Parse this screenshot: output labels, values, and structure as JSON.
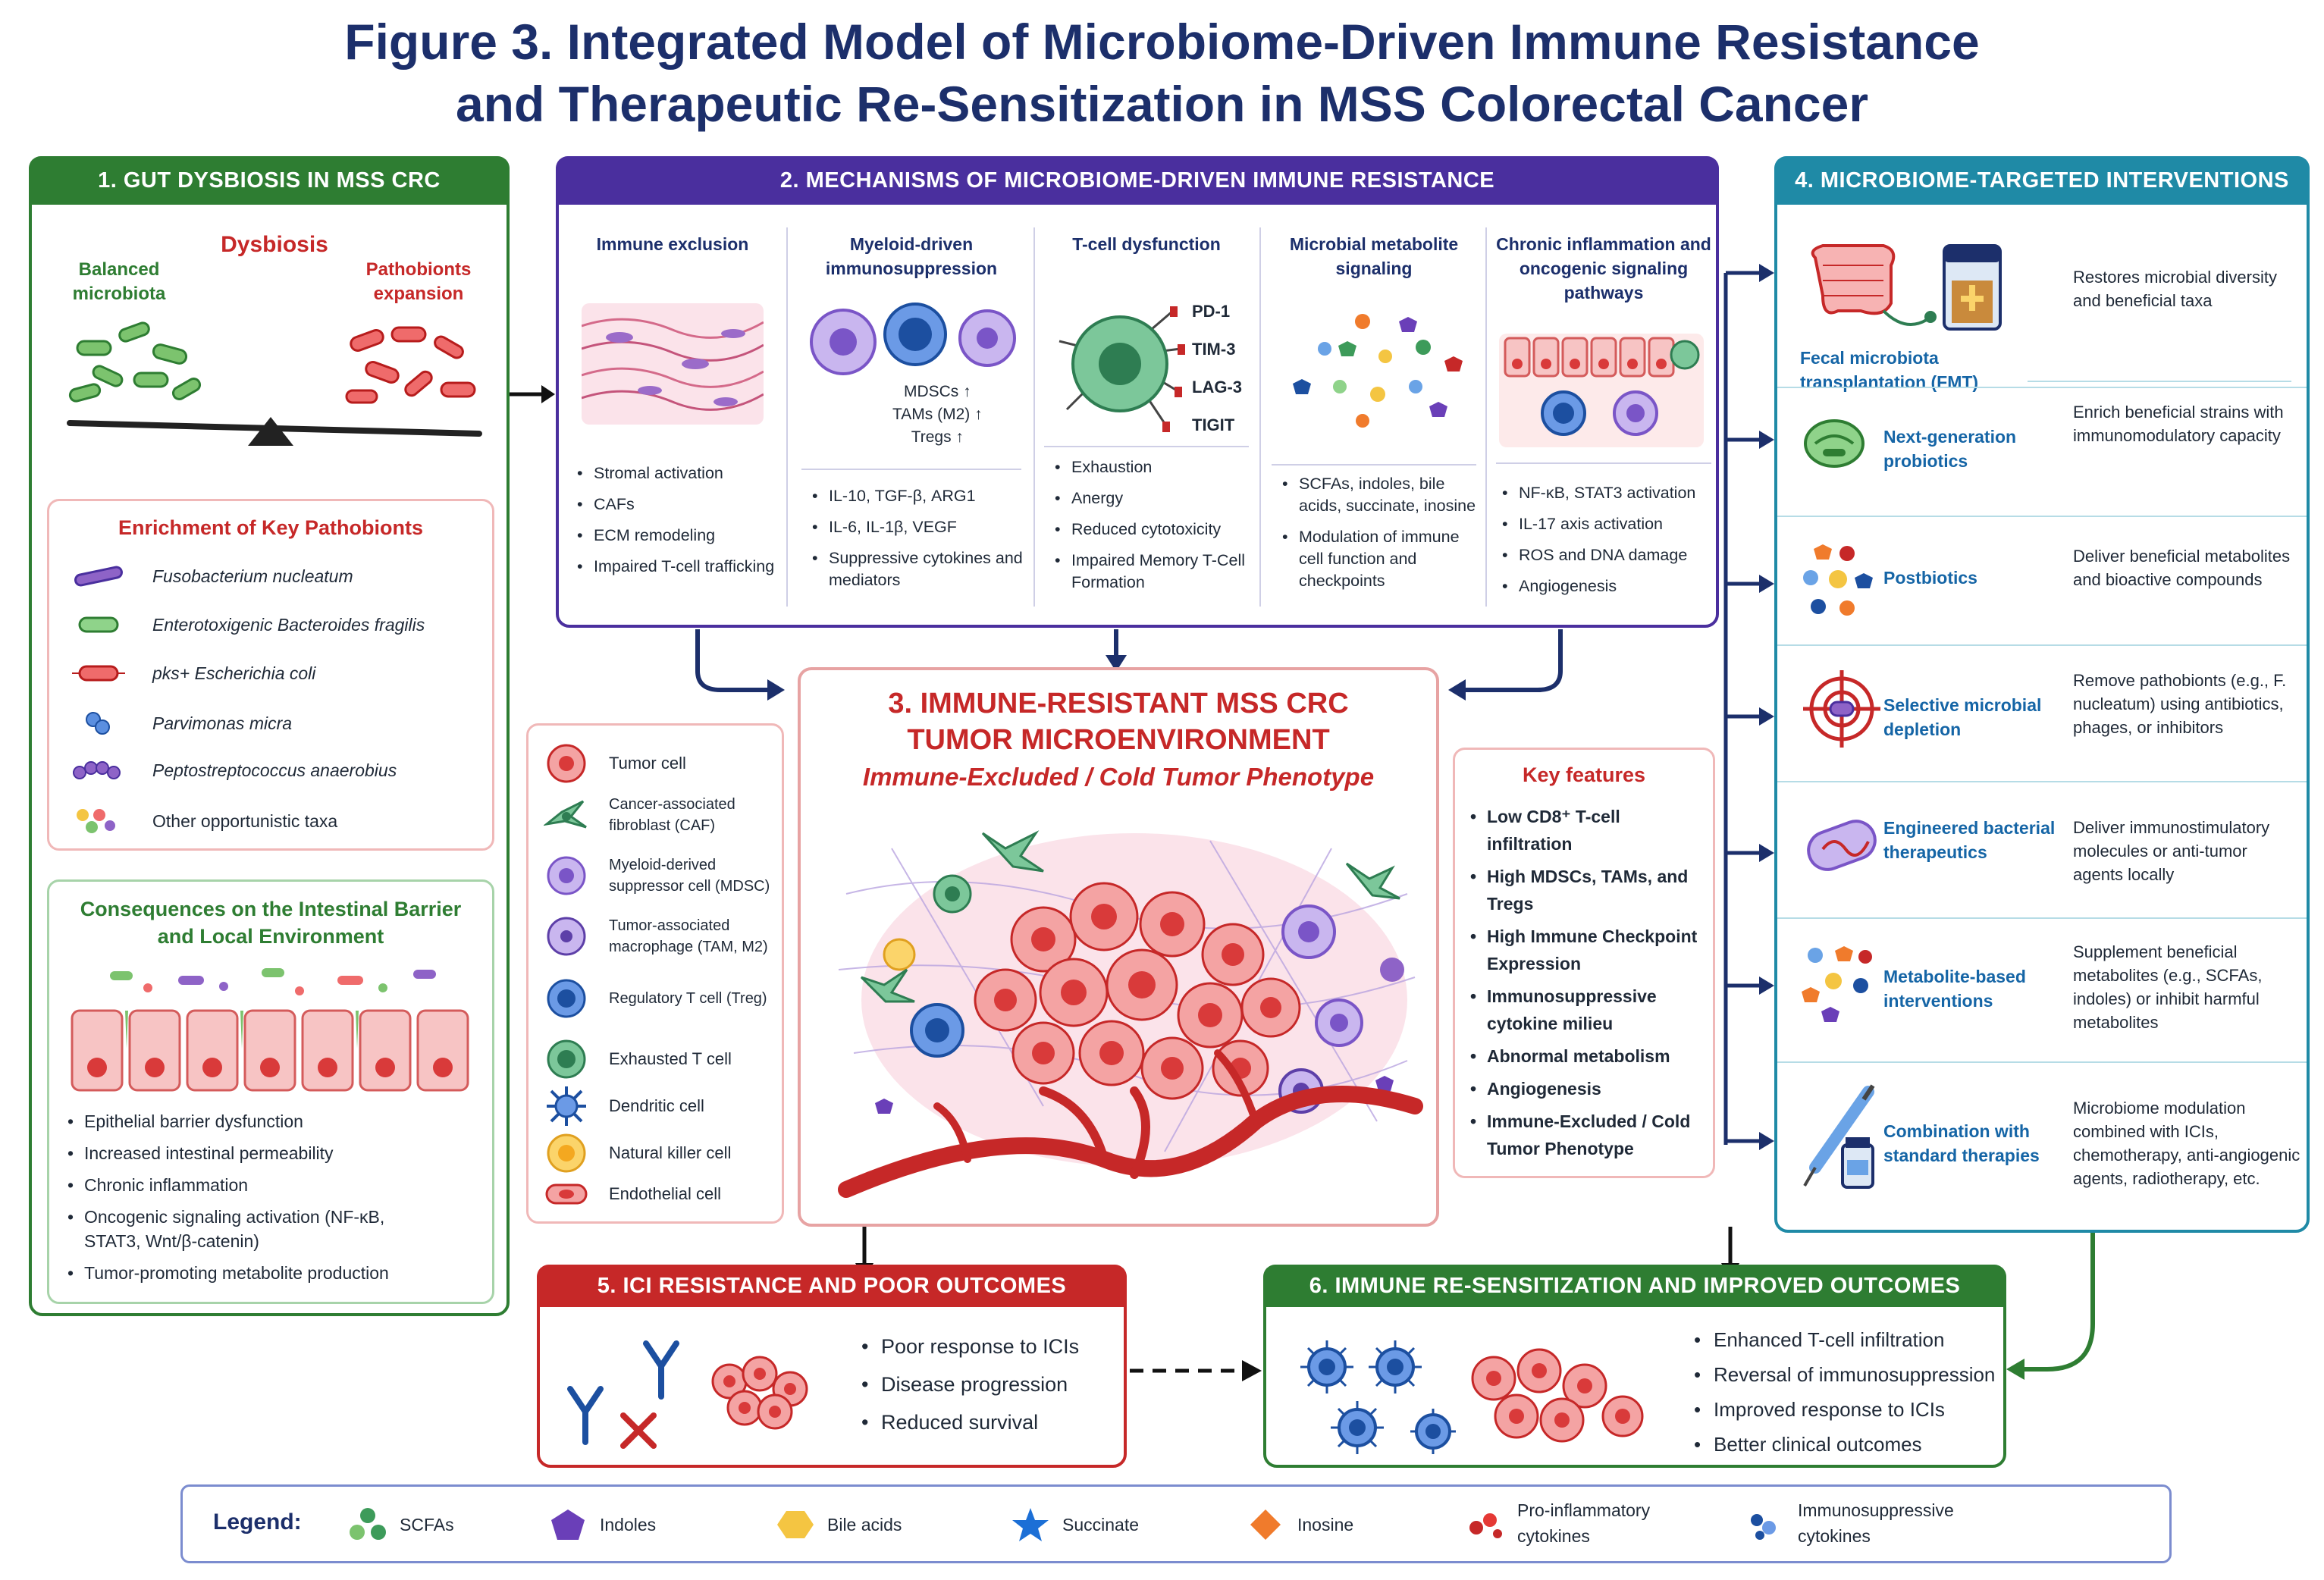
{
  "title": {
    "line1": "Figure 3. Integrated Model of Microbiome-Driven Immune Resistance",
    "line2": "and Therapeutic Re-Sensitization in MSS Colorectal Cancer"
  },
  "panel1": {
    "header": "1. GUT DYSBIOSIS IN MSS CRC",
    "dysbiosis": "Dysbiosis",
    "balanced": "Balanced microbiota",
    "pathobionts": "Pathobionts expansion",
    "enrichment_title": "Enrichment of Key Pathobionts",
    "microbes": [
      "Fusobacterium nucleatum",
      "Enterotoxigenic Bacteroides fragilis",
      "pks+ Escherichia coli",
      "Parvimonas micra",
      "Peptostreptococcus anaerobius",
      "Other opportunistic taxa"
    ],
    "consequences_title": "Consequences on the Intestinal Barrier and Local Environment",
    "consequences": [
      "Epithelial barrier dysfunction",
      "Increased intestinal permeability",
      "Chronic inflammation",
      "Oncogenic signaling activation (NF-κB, STAT3, Wnt/β-catenin)",
      "Tumor-promoting metabolite production"
    ]
  },
  "panel2": {
    "header": "2. MECHANISMS OF MICROBIOME-DRIVEN IMMUNE RESISTANCE",
    "columns": [
      {
        "title": "Immune exclusion",
        "items": [
          "Stromal activation",
          "CAFs",
          "ECM remodeling",
          "Impaired T-cell trafficking"
        ]
      },
      {
        "title": "Myeloid-driven immunosuppression",
        "items": [
          "IL-10, TGF-β, ARG1",
          "IL-6, IL-1β, VEGF",
          "Suppressive cytokines and mediators"
        ]
      },
      {
        "title": "T-cell dysfunction",
        "items": [
          "Exhaustion",
          "Anergy",
          "Reduced cytotoxicity",
          "Impaired Memory T-Cell Formation"
        ]
      },
      {
        "title": "Microbial metabolite signaling",
        "items": [
          "SCFAs, indoles, bile acids, succinate, inosine",
          "Modulation of immune cell function and checkpoints"
        ]
      },
      {
        "title": "Chronic inflammation and oncogenic signaling pathways",
        "items": [
          "NF-κB, STAT3 activation",
          "IL-17 axis activation",
          "ROS and DNA damage",
          "Angiogenesis"
        ]
      }
    ],
    "myeloid_label": "MDSCs ↑\nTAMs (M2) ↑\nTregs ↑",
    "myeloid_lines": [
      "MDSCs ↑",
      "TAMs (M2) ↑",
      "Tregs ↑"
    ],
    "checkpoints": [
      "PD-1",
      "TIM-3",
      "LAG-3",
      "TIGIT"
    ]
  },
  "panel3": {
    "title_line1": "3. IMMUNE-RESISTANT MSS CRC",
    "title_line2": "TUMOR MICROENVIRONMENT",
    "subtitle": "Immune-Excluded / Cold Tumor Phenotype",
    "cell_legend": [
      "Tumor cell",
      "Cancer-associated fibroblast (CAF)",
      "Myeloid-derived suppressor cell (MDSC)",
      "Tumor-associated macrophage (TAM, M2)",
      "Regulatory T cell (Treg)",
      "Exhausted T cell",
      "Dendritic cell",
      "Natural killer cell",
      "Endothelial cell"
    ],
    "key_features_title": "Key features",
    "key_features": [
      "Low CD8⁺ T-cell infiltration",
      "High MDSCs, TAMs, and Tregs",
      "High Immune Checkpoint Expression",
      "Immunosuppressive cytokine milieu",
      "Abnormal metabolism",
      "Angiogenesis",
      "Immune-Excluded / Cold Tumor Phenotype"
    ]
  },
  "panel4": {
    "header": "4. MICROBIOME-TARGETED INTERVENTIONS",
    "interventions": [
      {
        "name": "Fecal microbiota transplantation (FMT)",
        "desc": "Restores microbial diversity and beneficial taxa"
      },
      {
        "name": "Next-generation probiotics",
        "desc": "Enrich beneficial strains with immunomodulatory capacity"
      },
      {
        "name": "Postbiotics",
        "desc": "Deliver beneficial metabolites and bioactive compounds"
      },
      {
        "name": "Selective microbial depletion",
        "desc": "Remove pathobionts (e.g., F. nucleatum) using antibiotics, phages, or inhibitors"
      },
      {
        "name": "Engineered bacterial therapeutics",
        "desc": "Deliver immunostimulatory molecules or anti-tumor agents locally"
      },
      {
        "name": "Metabolite-based interventions",
        "desc": "Supplement beneficial metabolites (e.g., SCFAs, indoles) or inhibit harmful metabolites"
      },
      {
        "name": "Combination with standard therapies",
        "desc": "Microbiome modulation combined with ICIs, chemotherapy, anti-angiogenic agents, radiotherapy, etc."
      }
    ]
  },
  "panel5": {
    "header": "5. ICI RESISTANCE AND POOR OUTCOMES",
    "items": [
      "Poor response to ICIs",
      "Disease progression",
      "Reduced survival"
    ]
  },
  "panel6": {
    "header": "6. IMMUNE RE-SENSITIZATION AND IMPROVED OUTCOMES",
    "items": [
      "Enhanced T-cell infiltration",
      "Reversal of immunosuppression",
      "Improved response to ICIs",
      "Better clinical outcomes"
    ]
  },
  "legend": {
    "label": "Legend:",
    "items": [
      "SCFAs",
      "Indoles",
      "Bile acids",
      "Succinate",
      "Inosine",
      "Pro-inflammatory cytokines",
      "Immunosuppressive cytokines"
    ]
  },
  "colors": {
    "green": "#2e7d32",
    "purple": "#4a2f9e",
    "teal": "#1f8aa6",
    "red": "#c62828",
    "navy": "#1c2f6b"
  }
}
